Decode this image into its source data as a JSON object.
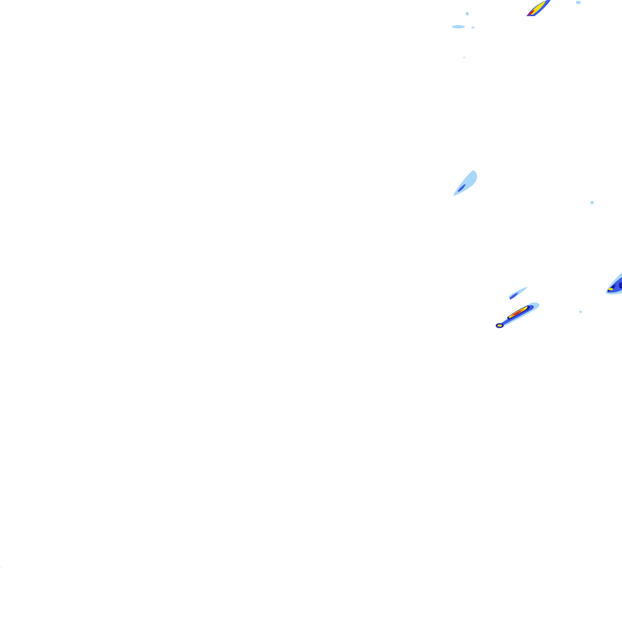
{
  "map": {
    "kind": "precipitation radar tile",
    "background_color": "#ffffff",
    "intensity_colors": {
      "very_light": "#a9d7f8",
      "light": "#5aa8f0",
      "moderate": "#3b5be8",
      "heavy": "#1a1aa8",
      "very_heavy": "#f2e200",
      "intense": "#ff8a00",
      "extreme": "#d81f1f"
    },
    "cells": [
      {
        "id": "cell-top",
        "intensity": "extreme"
      },
      {
        "id": "cell-top-speckle",
        "intensity": "very_light"
      },
      {
        "id": "cell-upper-mid",
        "intensity": "moderate"
      },
      {
        "id": "cell-center",
        "intensity": "extreme"
      },
      {
        "id": "cell-center-north",
        "intensity": "moderate"
      },
      {
        "id": "cell-east-edge",
        "intensity": "very_heavy"
      },
      {
        "id": "speckle-small",
        "intensity": "very_light"
      }
    ]
  }
}
